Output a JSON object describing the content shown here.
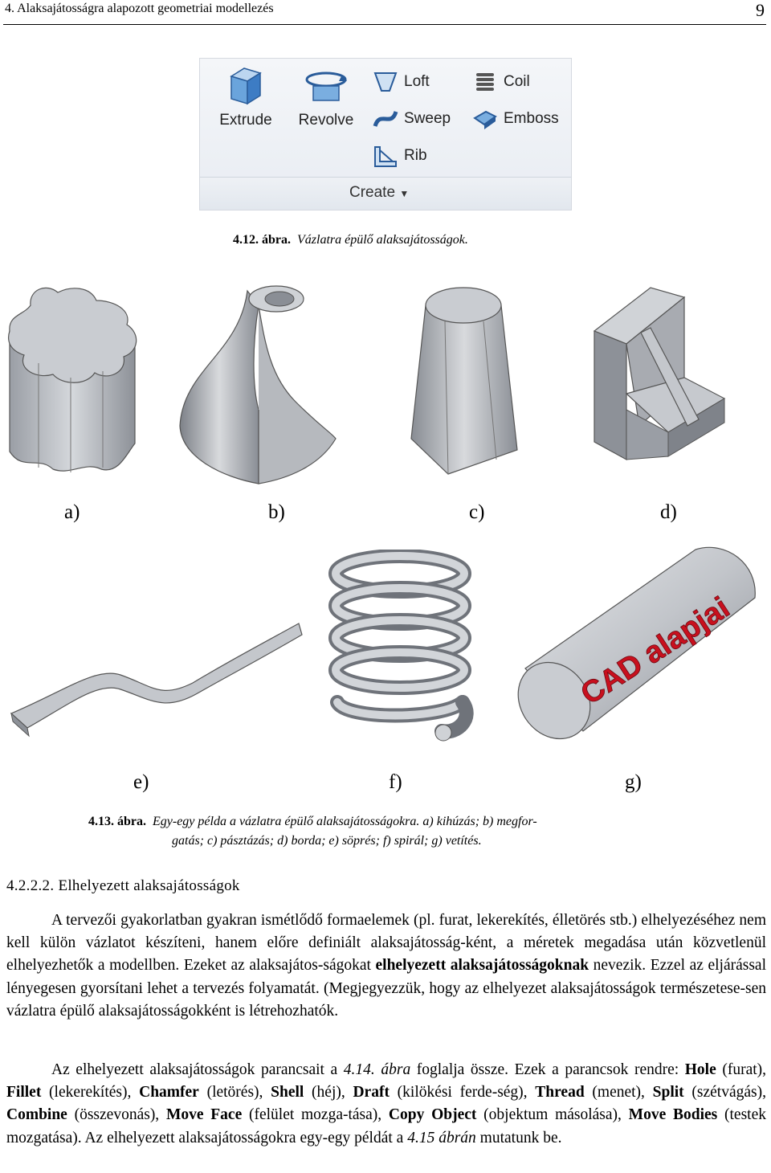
{
  "header": {
    "title": "4. Alaksajátosságra alapozott geometriai modellezés",
    "page_number": "9"
  },
  "ribbon": {
    "extrude": "Extrude",
    "revolve": "Revolve",
    "loft": "Loft",
    "sweep": "Sweep",
    "rib": "Rib",
    "coil": "Coil",
    "emboss": "Emboss",
    "panel": "Create"
  },
  "fig412": {
    "num": "4.12. ábra.",
    "text": "Vázlatra épülő alaksajátosságok."
  },
  "labels": {
    "a": "a)",
    "b": "b)",
    "c": "c)",
    "d": "d)",
    "e": "e)",
    "f": "f)",
    "g": "g)"
  },
  "cad_text": "CAD alapjai",
  "fig413": {
    "num": "4.13. ábra.",
    "line1": "Egy-egy példa a vázlatra épülő alaksajátosságokra. a) kihúzás; b) megfor-",
    "line2": "gatás; c) pásztázás; d) borda; e) söprés; f) spirál; g) vetítés."
  },
  "section": "4.2.2.2. Elhelyezett alaksajátosságok",
  "p1": {
    "a": "A tervezői gyakorlatban gyakran ismétlődő formaelemek (pl. furat, lekerekítés, élletörés stb.) elhelyezéséhez nem kell külön vázlatot készíteni, hanem előre definiált alaksajátosság-ként, a méretek megadása után közvetlenül elhelyezhetők a modellben. Ezeket az alaksajátos-ságokat ",
    "b": "elhelyezett alaksajátosságoknak",
    "c": " nevezik. Ezzel az eljárással lényegesen gyorsítani lehet a tervezés folyamatát. (Megjegyezzük, hogy az elhelyezet alaksajátosságok természetese-sen vázlatra épülő alaksajátosságokként is létrehozhatók."
  },
  "p2": {
    "t1": "Az elhelyezett alaksajátosságok parancsait a ",
    "r1": "4.14. ábra",
    "t2": " foglalja össze. Ezek a parancsok rendre: ",
    "hole": "Hole",
    "hole_d": " (furat), ",
    "fillet": "Fillet",
    "fillet_d": " (lekerekítés), ",
    "chamfer": "Chamfer",
    "chamfer_d": " (letörés), ",
    "shell": "Shell",
    "shell_d": " (héj), ",
    "draft": "Draft",
    "draft_d": " (kilökési ferde-ség), ",
    "thread": "Thread",
    "thread_d": " (menet), ",
    "split": "Split",
    "split_d": " (szétvágás), ",
    "combine": "Combine",
    "combine_d": " (összevonás), ",
    "moveface": "Move Face",
    "moveface_d": " (felület mozga-tása), ",
    "copyobj": "Copy Object",
    "copyobj_d": " (objektum másolása), ",
    "movebodies": "Move Bodies",
    "movebodies_d": " (testek mozgatása). Az elhelyezett alaksajátosságokra egy-egy példát a ",
    "r2": "4.15 ábrán",
    "t3": " mutatunk be."
  }
}
